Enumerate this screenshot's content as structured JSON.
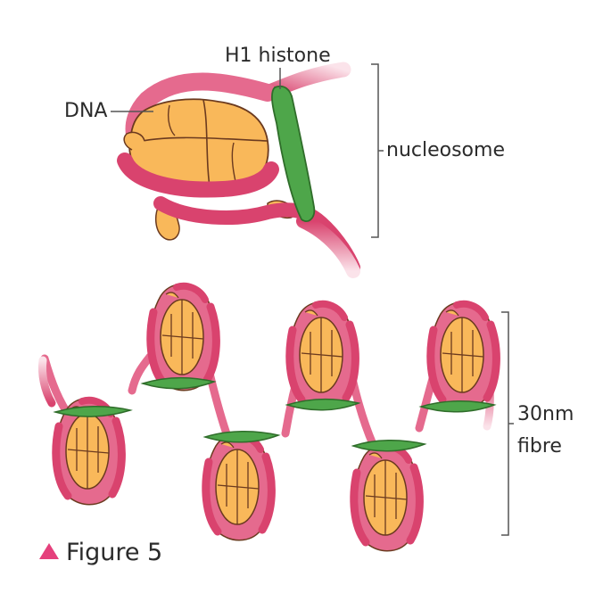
{
  "labels": {
    "h1_histone": "H1 histone",
    "dna": "DNA",
    "nucleosome": "nucleosome",
    "fibre_line1": "30nm",
    "fibre_line2": "fibre"
  },
  "caption": {
    "text": "Figure 5",
    "marker_color": "#e5407c"
  },
  "colors": {
    "dna": "#d9436e",
    "dna_light": "#f2aebf",
    "histone_core": "#f9b85a",
    "histone_outline": "#6b3a1f",
    "h1_histone": "#4ea64a",
    "h1_outline": "#2f6d2a",
    "bracket": "#555555"
  }
}
